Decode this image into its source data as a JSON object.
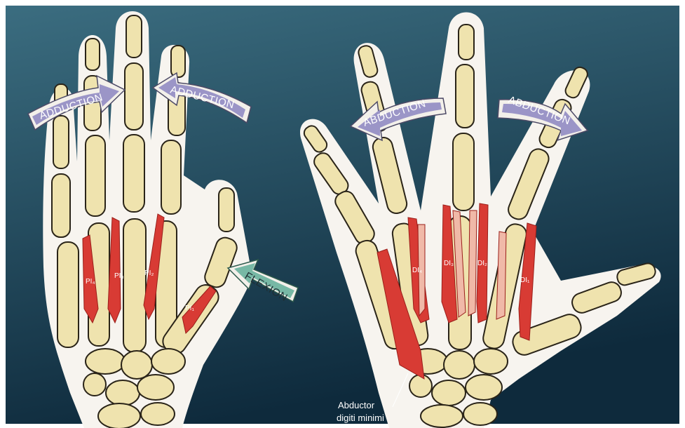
{
  "colors": {
    "background_top": "#3b6d80",
    "background_bottom": "#0e2a3c",
    "hand_outline": "#f7f4ef",
    "bone_fill": "#efe3ae",
    "bone_stroke": "#2a2418",
    "muscle_red": "#d83b34",
    "muscle_pale": "#f0b9a8",
    "arrow_purple": "#9b95c7",
    "arrow_teal": "#77b8a5"
  },
  "left_hand": {
    "arrows": [
      {
        "label": "ADDUCTION",
        "icon": "arrow-right"
      },
      {
        "label": "ADDUCTION",
        "icon": "arrow-left"
      },
      {
        "label": "FLEXION",
        "icon": "arrow-up-left"
      }
    ],
    "muscles": [
      "PI₄",
      "PI₃",
      "PI₂",
      "PI₁"
    ]
  },
  "right_hand": {
    "arrows": [
      {
        "label": "ABDUCTION",
        "icon": "arrow-left"
      },
      {
        "label": "ABDUCTION",
        "icon": "arrow-right"
      }
    ],
    "muscles": [
      "DI₄",
      "DI₃",
      "DI₂",
      "DI₁"
    ],
    "caption_line1": "Abductor",
    "caption_line2": "digiti minimi"
  }
}
